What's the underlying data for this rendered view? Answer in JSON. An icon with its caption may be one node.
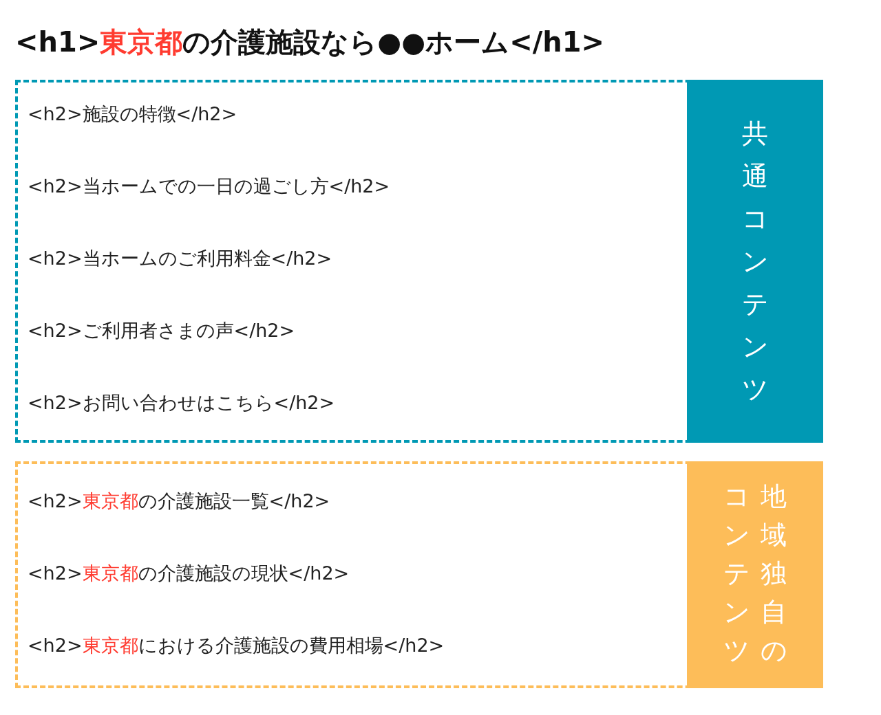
{
  "diagram": {
    "title": "<h1>**東京都**の介護施設なら●●ホーム</h1>",
    "nodes": [
      {
        "text": [
          "<h2>施設の特徴</h2>",
          "<h2>当ホームでの一日の過ごし方</h2>",
          "<h2>当ホームのご利用料金</h2>",
          "<h2>ご利用者さまの声</h2>",
          "<h2>お問い合わせはこちら</h2>"
        ]
      },
      {
        "text": [
          "共通コンテンツ"
        ],
        "in": 0
      },
      {
        "text": [
          "<h2>**東京都**の介護施設一覧</h2>",
          "<h2>**東京都**の介護施設の現状</h2>",
          "<h2>**東京都**における介護施設の費用相場</h2>"
        ]
      },
      {
        "text": [
          "地域独自のコンテンツ"
        ],
        "in": 2
      }
    ],
    "edges": []
  }
}
